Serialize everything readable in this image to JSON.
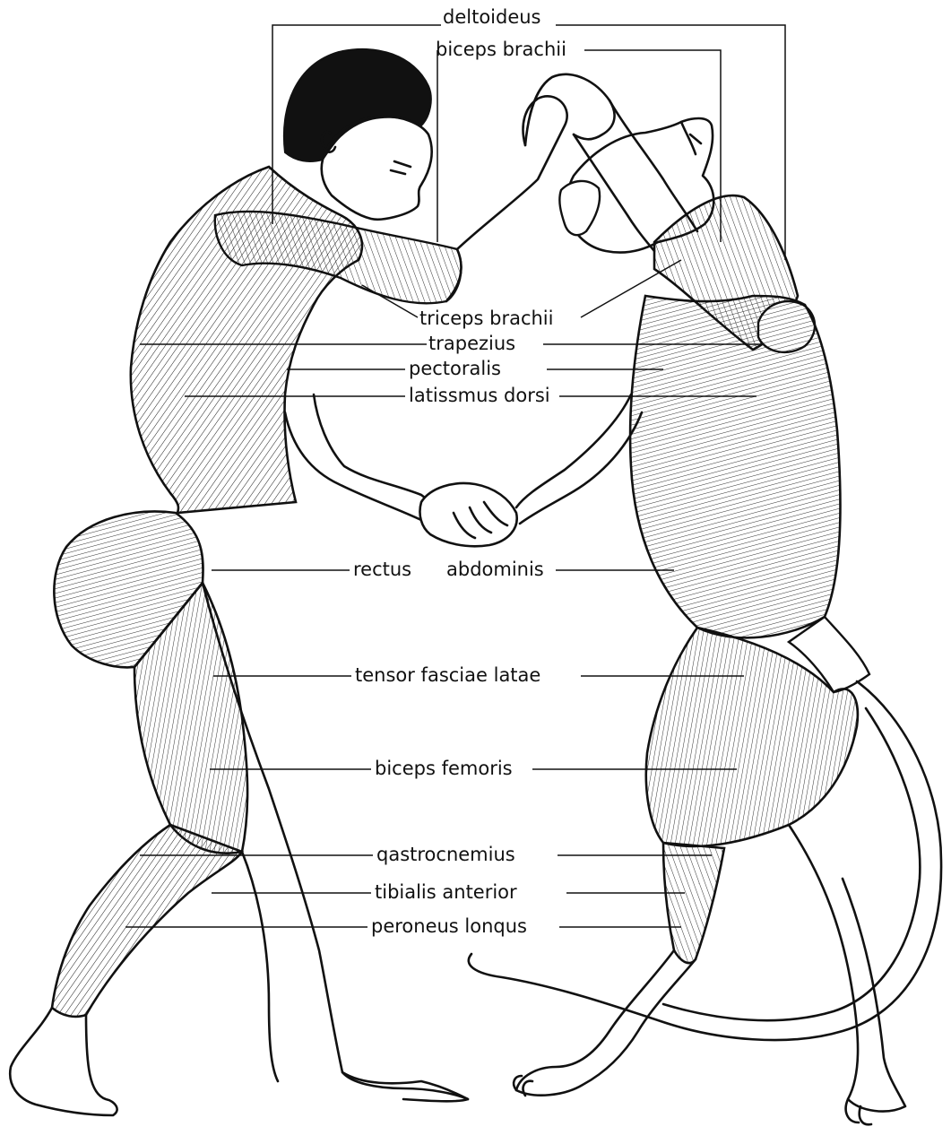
{
  "labels": {
    "deltoideus": "deltoideus",
    "biceps_brachii": "biceps brachii",
    "triceps_brachii": "triceps brachii",
    "trapezius": "trapezius",
    "pectoralis": "pectoralis",
    "latissmus_dorsi": "latissmus dorsi",
    "rectus": "rectus",
    "abdominis": "abdominis",
    "tensor_fasciae_latae": "tensor fasciae latae",
    "biceps_femoris": "biceps femoris",
    "gastrocnemius": "qastrocnemius",
    "tibialis_anterior": "tibialis anterior",
    "peroneus_longus": "peroneus lonqus"
  }
}
